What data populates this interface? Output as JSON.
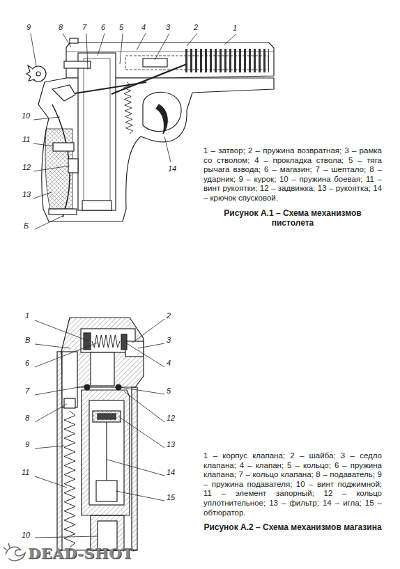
{
  "diagram": {
    "labels": [
      "9",
      "8",
      "7",
      "6",
      "5",
      "4",
      "3",
      "2",
      "1",
      "10",
      "11",
      "12",
      "13",
      "Б",
      "14",
      "1 – затвор; 2 – пружина возвратная; 3 – рамка со стволом; 4 – прокладка ствола; 5 – тяга рычага взвода; 6 – магазин; 7 – шептало; 8 – ударник; 9 – курок; 10 – пружина боевая; 11 – винт рукоятки; 12 – задвижка; 13 – рукоятка; 14 – крючок спусковой.",
      "Рисунок А.1 – Схема механизмов пистолета",
      "1",
      "В",
      "6",
      "7",
      "8",
      "9",
      "11",
      "10",
      "2",
      "3",
      "4",
      "5",
      "12",
      "13",
      "14",
      "15",
      "1 – корпус клапана; 2 – шайба; 3 – седло клапана; 4 – клапан; 5 – кольцо; 6 – пружина клапана; 7 – кольцо клапана; 8 – подаватель; 9 – пружина подавателя; 10 – винт поджимной; 11 – элемент запорный; 12 – кольцо уплотнительное; 13 – фильтр; 14 – игла; 15 – обтюратор.",
      "Рисунок А.2 – Схема механизмов магазина",
      "DEAD-SHOT"
    ]
  }
}
